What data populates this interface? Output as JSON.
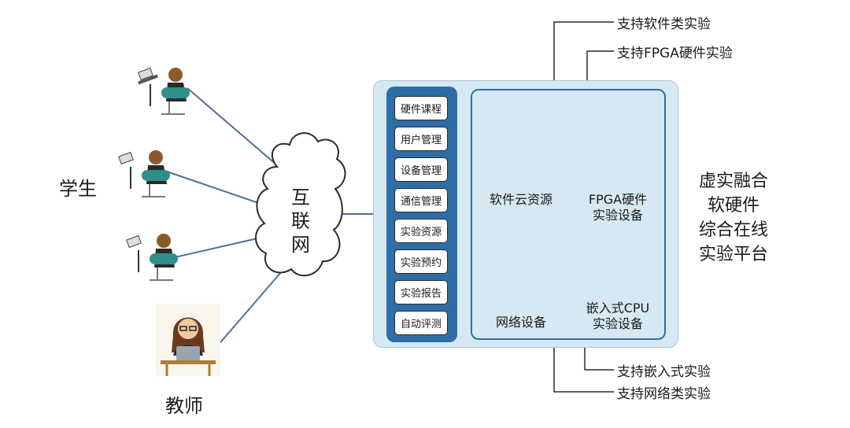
{
  "left": {
    "students_label": "学生",
    "teacher_label": "教师"
  },
  "internet": {
    "chars": [
      "互",
      "联",
      "网"
    ]
  },
  "menu": {
    "items": [
      "硬件课程",
      "用户管理",
      "设备管理",
      "通信管理",
      "实验资源",
      "实验预约",
      "实验报告",
      "自动评测"
    ]
  },
  "resources": {
    "software_cloud": "软件云资源",
    "fpga": [
      "FPGA硬件",
      "实验设备"
    ],
    "network": "网络设备",
    "embedded": [
      "嵌入式CPU",
      "实验设备"
    ]
  },
  "platform_title": [
    "虚实融合",
    "软硬件",
    "综合在线",
    "实验平台"
  ],
  "callouts": {
    "software": "支持软件类实验",
    "fpga": "支持FPGA硬件实验",
    "embedded": "支持嵌入式实验",
    "network": "支持网络类实验"
  },
  "colors": {
    "platform_bg": "#d6e9f2",
    "menu_column": "#2e6ea6",
    "panel_border": "#2e6ea6",
    "connector": "#4f6f9e"
  },
  "icons": {
    "student": "student-at-desk-icon",
    "teacher": "teacher-with-laptop-icon",
    "cloud": "internet-cloud-icon"
  }
}
